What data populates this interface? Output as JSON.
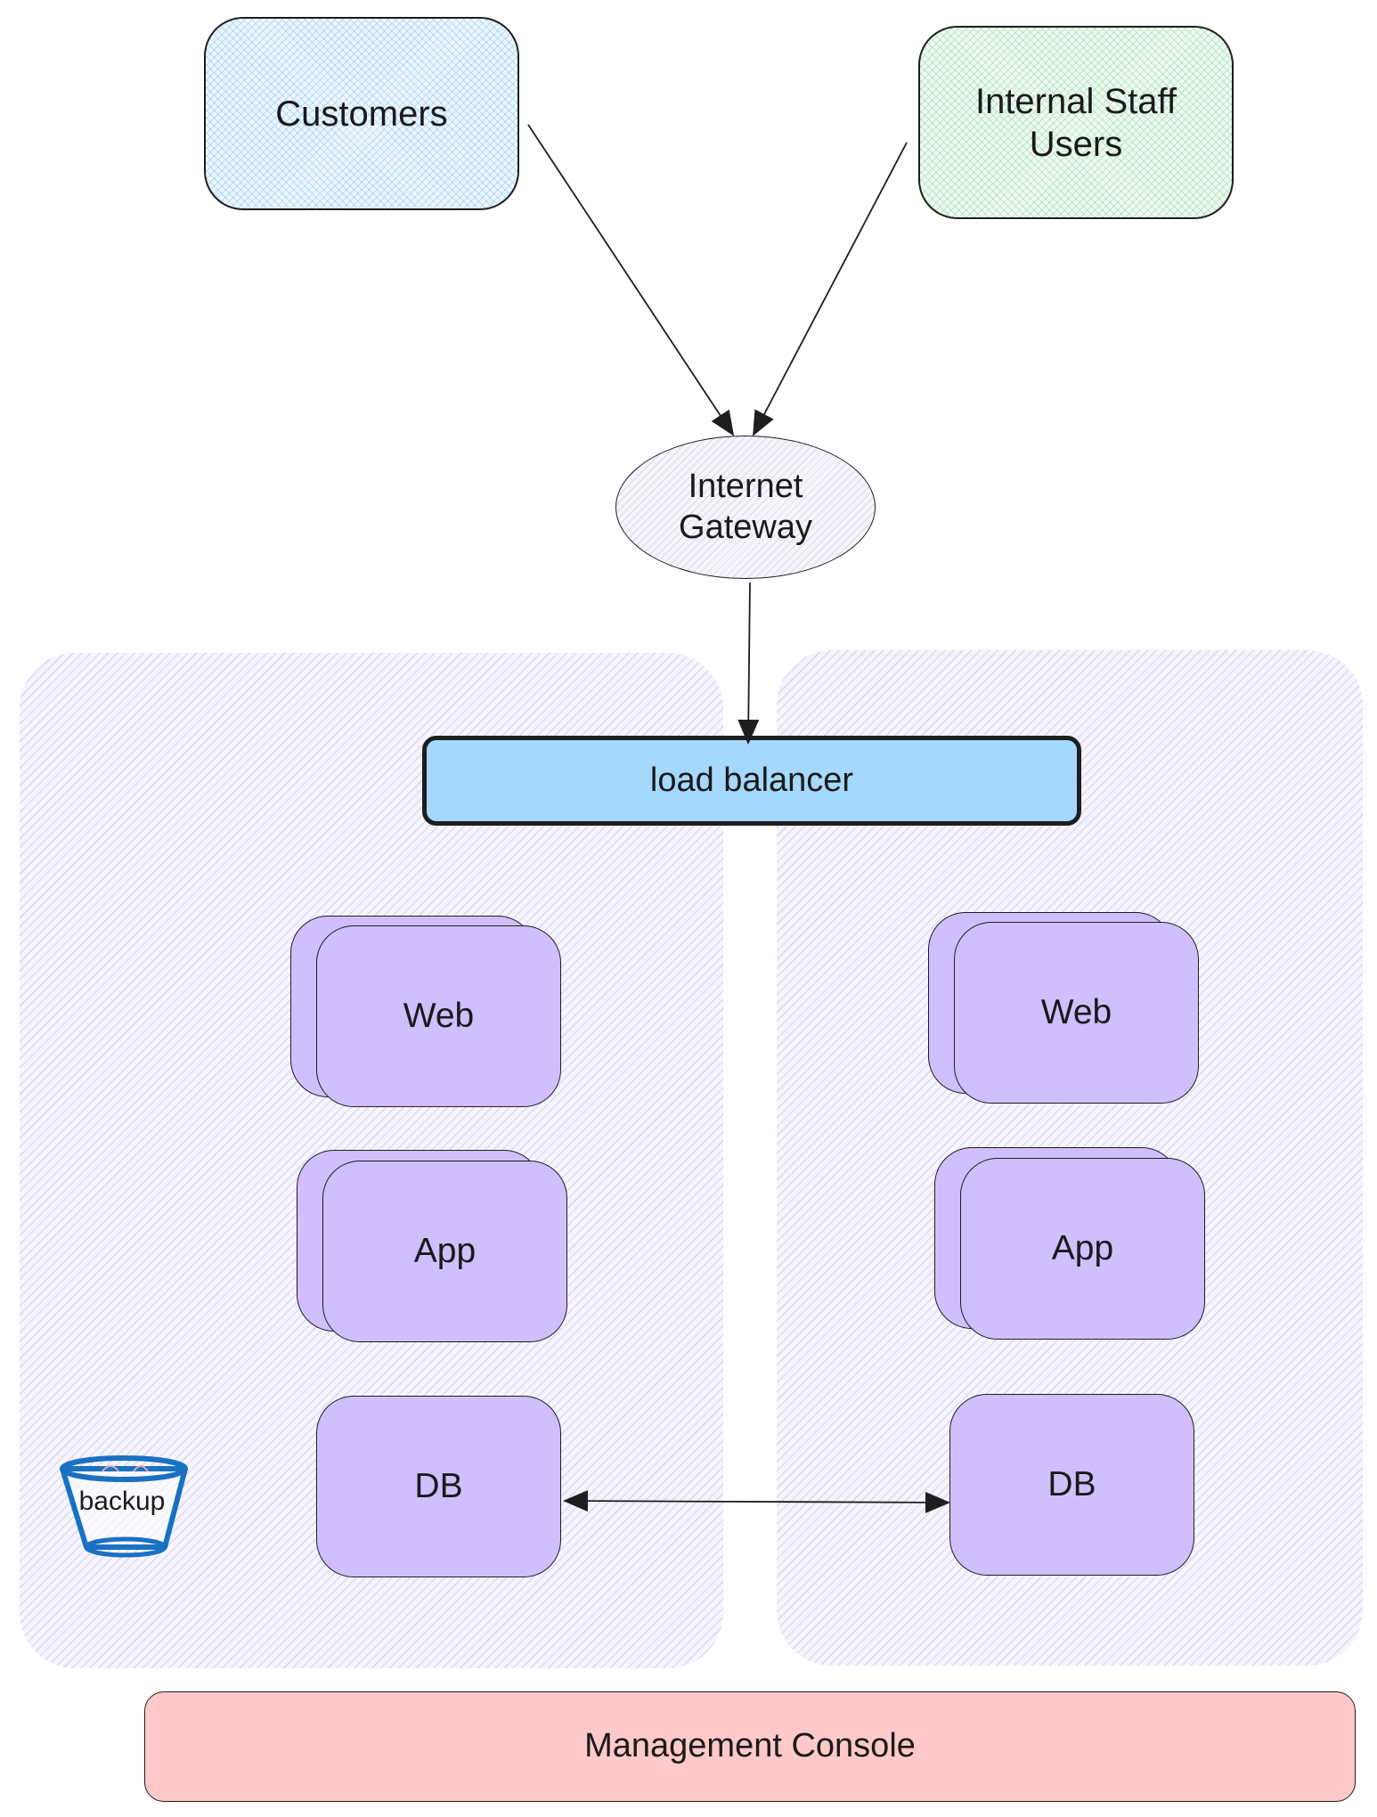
{
  "actors": {
    "customers": "Customers",
    "internal_staff_line1": "Internal Staff",
    "internal_staff_line2": "Users"
  },
  "gateway": {
    "line1": "Internet",
    "line2": "Gateway"
  },
  "load_balancer": "load balancer",
  "left_zone": {
    "web": "Web",
    "app": "App",
    "db": "DB",
    "backup": "backup"
  },
  "right_zone": {
    "web": "Web",
    "app": "App",
    "db": "DB"
  },
  "management_console": "Management Console",
  "colors": {
    "customers_fill": "#eef6fd",
    "staff_fill": "#effaf1",
    "load_balancer_fill": "#a5d8ff",
    "server_fill": "#d0bfff",
    "console_fill": "#ffc9c9",
    "bucket_stroke": "#1971c2",
    "zone_hatch": "#c8c0f0"
  },
  "icons": {
    "backup": "bucket-icon"
  }
}
